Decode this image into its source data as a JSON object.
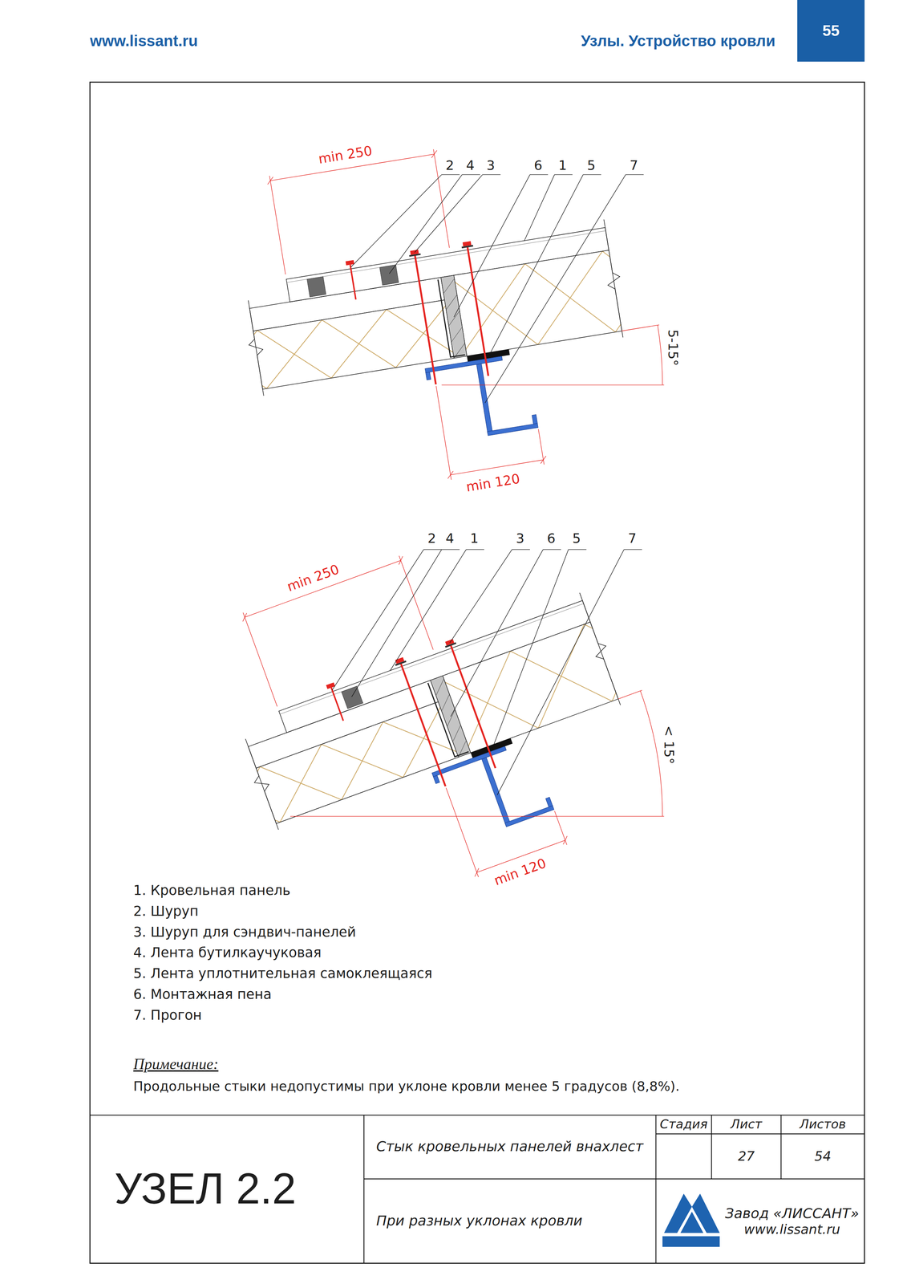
{
  "diagram": {
    "title": "Узлы. Устройство кровли",
    "nodes": [
      {
        "text": [
          "55"
        ]
      },
      {
        "text": [
          "УЗЕЛ 2.2"
        ]
      },
      {
        "text": [
          "Стык кровельных панелей внахлест"
        ]
      },
      {
        "text": [
          "При разных уклонах кровли"
        ]
      },
      {
        "text": [
          "Стадия"
        ]
      },
      {
        "text": [
          "Лист"
        ]
      },
      {
        "text": [
          "Листов"
        ]
      },
      {
        "text": [
          "27"
        ]
      },
      {
        "text": [
          "54"
        ]
      },
      {
        "text": [
          "Завод «ЛИССАНТ»",
          "www.lissant.ru"
        ]
      }
    ],
    "labels": [
      "www.lissant.ru",
      "min 250",
      "2",
      "4",
      "3",
      "6",
      "1",
      "5",
      "7",
      "5-15°",
      "min 120",
      "min 250",
      "2",
      "4",
      "1",
      "3",
      "6",
      "5",
      "7",
      "< 15°",
      "min 120",
      "1. Кровельная панель",
      "2. Шуруп",
      "3. Шуруп для сэндвич-панелей",
      "4. Лента бутилкаучуковая",
      "5. Лента уплотнительная самоклеящаяся",
      "6. Монтажная пена",
      "7. Прогон",
      "Примечание:",
      "Продольные стыки недопустимы при уклоне кровли менее 5 градусов (8,8%)."
    ]
  }
}
